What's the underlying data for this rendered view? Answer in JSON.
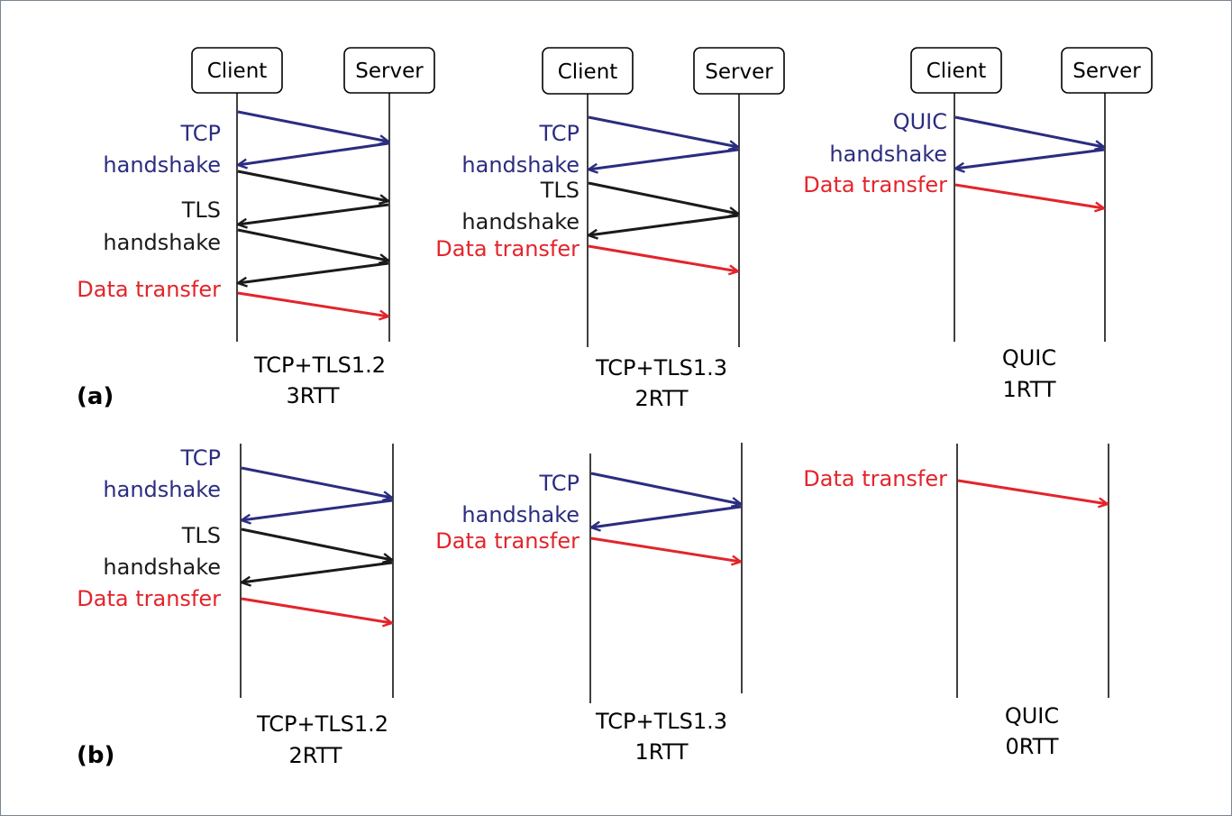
{
  "colors": {
    "tcp": "#2b2d80",
    "quic": "#2b2d80",
    "tls": "#1a1a1a",
    "data": "#e3242b",
    "line": "#000000"
  },
  "endpoints": {
    "client": "Client",
    "server": "Server"
  },
  "panel_labels": {
    "a": "(a)",
    "b": "(b)"
  },
  "diagrams": [
    {
      "id": "a1",
      "caption_line1": "TCP+TLS1.2",
      "caption_line2": "3RTT",
      "labels": [
        "TCP",
        "handshake",
        "TLS",
        "handshake",
        "Data transfer"
      ]
    },
    {
      "id": "a2",
      "caption_line1": "TCP+TLS1.3",
      "caption_line2": "2RTT",
      "labels": [
        "TCP",
        "handshake",
        "TLS",
        "handshake",
        "Data transfer"
      ]
    },
    {
      "id": "a3",
      "caption_line1": "QUIC",
      "caption_line2": "1RTT",
      "labels": [
        "QUIC",
        "handshake",
        "Data transfer"
      ]
    },
    {
      "id": "b1",
      "caption_line1": "TCP+TLS1.2",
      "caption_line2": "2RTT",
      "labels": [
        "TCP",
        "handshake",
        "TLS",
        "handshake",
        "Data transfer"
      ]
    },
    {
      "id": "b2",
      "caption_line1": "TCP+TLS1.3",
      "caption_line2": "1RTT",
      "labels": [
        "TCP",
        "handshake",
        "Data transfer"
      ]
    },
    {
      "id": "b3",
      "caption_line1": "QUIC",
      "caption_line2": "0RTT",
      "labels": [
        "Data transfer"
      ]
    }
  ]
}
